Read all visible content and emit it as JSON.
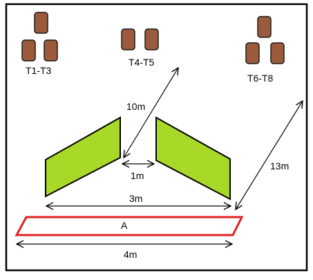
{
  "colors": {
    "frame": "#000000",
    "crate_fill": "#9c5a3c",
    "crate_stroke": "#1a1a1a",
    "panel_fill": "#a8d828",
    "panel_stroke": "#000000",
    "zone_stroke": "#e02020",
    "line": "#000000"
  },
  "groups": {
    "g1": {
      "label": "T1-T3"
    },
    "g2": {
      "label": "T4-T5"
    },
    "g3": {
      "label": "T6-T8"
    }
  },
  "dimensions": {
    "d10": "10m",
    "d13": "13m",
    "d1": "1m",
    "d3": "3m",
    "d4": "4m"
  },
  "zone": {
    "label": "A"
  }
}
